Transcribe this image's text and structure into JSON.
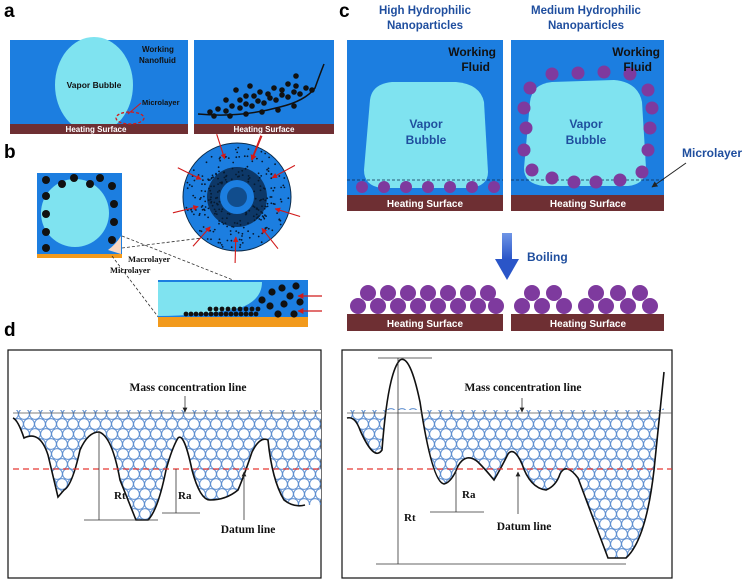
{
  "panels": {
    "a": {
      "label": "a",
      "vapor_bubble": "Vapor Bubble",
      "working_nanofluid_1": "Working",
      "working_nanofluid_2": "Nanofluid",
      "microlayer": "Microlayer",
      "heating_surface": "Heating Surface"
    },
    "b": {
      "label": "b",
      "macrolayer": "Macrolayer",
      "microlayer": "Microlayer"
    },
    "c": {
      "label": "c",
      "left_title_1": "High Hydrophilic",
      "left_title_2": "Nanoparticles",
      "right_title_1": "Medium Hydrophilic",
      "right_title_2": "Nanoparticles",
      "working_fluid_1": "Working",
      "working_fluid_2": "Fluid",
      "vapor_1": "Vapor",
      "vapor_2": "Bubble",
      "microlayer": "Microlayer",
      "heating_surface": "Heating Surface",
      "boiling": "Boiling"
    },
    "d": {
      "label": "d",
      "mass_concentration_line": "Mass concentration line",
      "datum_line": "Datum line",
      "rt": "Rt",
      "ra": "Ra"
    }
  },
  "colors": {
    "fluid": "#1c7ee0",
    "vapor": "#7fe3f0",
    "heater": "#6e2f33",
    "particle": "#7e3a9e",
    "black_particle": "#111111",
    "orange_surface": "#f29a1c",
    "datum": "#e53935",
    "bead": "#5f8fd0",
    "arrow_blue": "#3f6fd8"
  }
}
